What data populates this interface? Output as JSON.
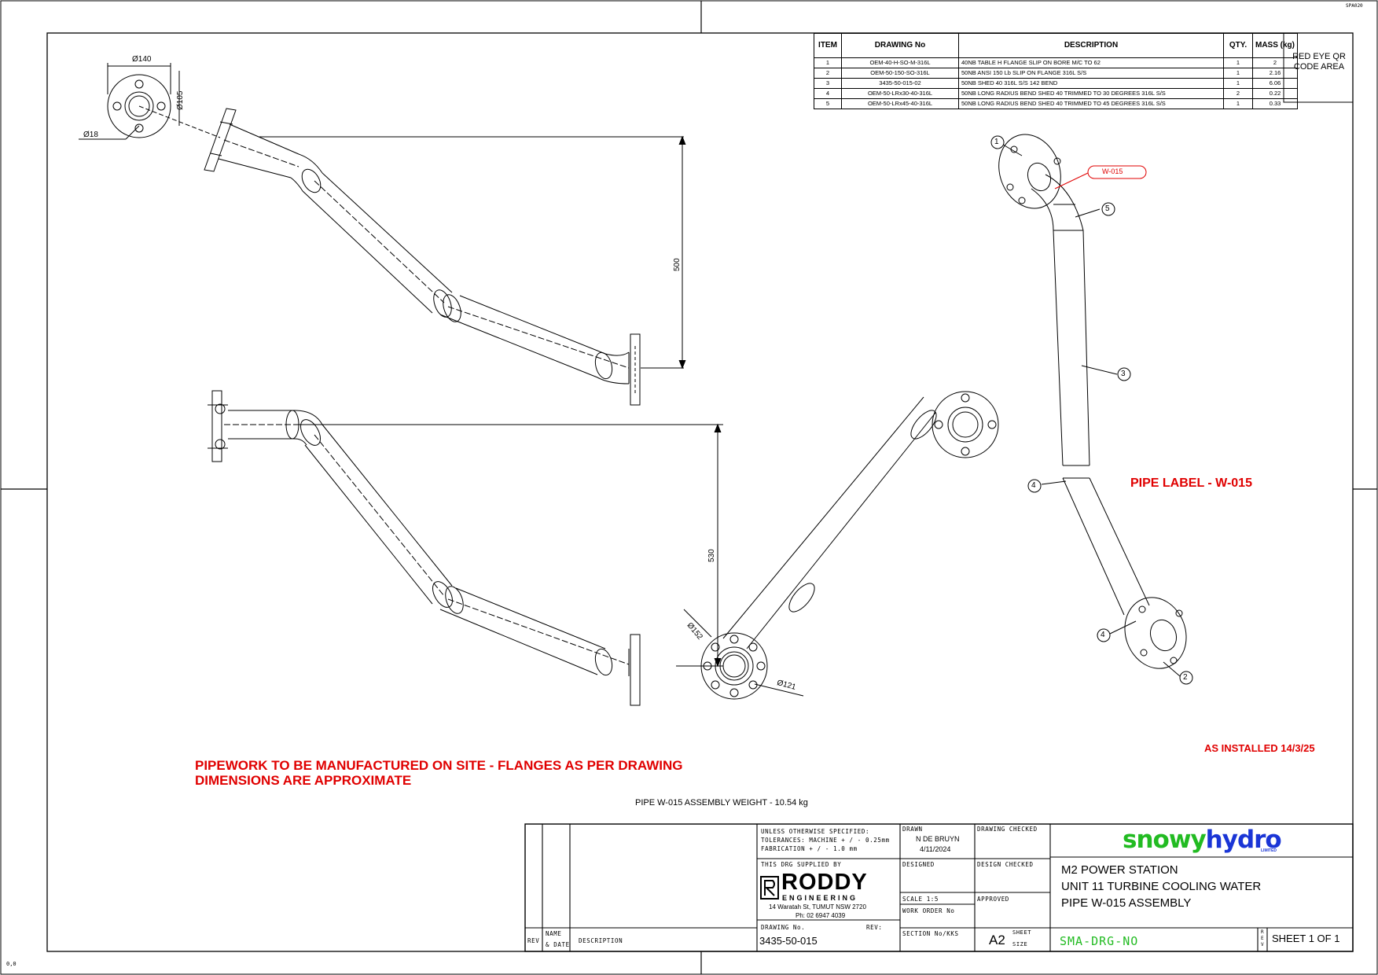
{
  "sheet_code": "SPA020",
  "origin_label": "0,0",
  "bom": {
    "headers": {
      "item": "ITEM",
      "drawing": "DRAWING No",
      "description": "DESCRIPTION",
      "qty": "QTY.",
      "mass": "MASS (kg)"
    },
    "rows": [
      {
        "item": "1",
        "drawing": "OEM-40-H-SO-M-316L",
        "description": "40NB TABLE H FLANGE SLIP ON BORE M/C TO 62",
        "qty": "1",
        "mass": "2"
      },
      {
        "item": "2",
        "drawing": "OEM-50-150-SO-316L",
        "description": "50NB ANSI 150 Lb SLIP ON FLANGE 316L S/S",
        "qty": "1",
        "mass": "2.16"
      },
      {
        "item": "3",
        "drawing": "3435-50-015-02",
        "description": "50NB SHED 40 316L S/S 142 BEND",
        "qty": "1",
        "mass": "6.06"
      },
      {
        "item": "4",
        "drawing": "OEM-50-LRx30-40-316L",
        "description": "50NB LONG RADIUS BEND SHED 40 TRIMMED TO 30 DEGREES 316L S/S",
        "qty": "2",
        "mass": "0.22"
      },
      {
        "item": "5",
        "drawing": "OEM-50-LRx45-40-316L",
        "description": "50NB LONG RADIUS BEND SHED 40 TRIMMED TO 45 DEGREES 316L S/S",
        "qty": "1",
        "mass": "0.33"
      }
    ]
  },
  "qr_area": "RED EYE QR CODE AREA",
  "dims": {
    "d140": "Ø140",
    "d105": "Ø105",
    "d18": "Ø18",
    "h500": "500",
    "h530": "530",
    "d152": "Ø152",
    "d121": "Ø121"
  },
  "balloons": [
    "1",
    "5",
    "3",
    "4",
    "4",
    "2"
  ],
  "pipe_tag": "W-015",
  "pipe_label": "PIPE LABEL - W-015",
  "as_installed": "AS INSTALLED 14/3/25",
  "note_line1": "PIPEWORK TO BE MANUFACTURED ON SITE - FLANGES AS PER DRAWING",
  "note_line2": "DIMENSIONS ARE APPROXIMATE",
  "assembly_weight": "PIPE W-015 ASSEMBLY WEIGHT -   10.54 kg",
  "title_block": {
    "unless_line1": "UNLESS OTHERWISE SPECIFIED:",
    "unless_line2": "TOLERANCES: MACHINE + / - 0.25mm",
    "unless_line3": "FABRICATION + / - 1.0 mm",
    "drawn_label": "DRAWN",
    "drawn_name": "N DE BRUYN",
    "drawn_date": "4/11/2024",
    "drawing_checked_label": "DRAWING CHECKED",
    "supplied_label": "THIS DRG SUPPLIED BY",
    "designed_label": "DESIGNED",
    "design_checked_label": "DESIGN CHECKED",
    "company_name": "RODDY",
    "company_sub": "ENGINEERING",
    "company_address": "14 Waratah St, TUMUT NSW 2720",
    "company_phone": "Ph: 02 6947 4039",
    "scale_label": "SCALE  1:5",
    "work_order_label": "WORK ORDER No",
    "approved_label": "APPROVED",
    "drawing_no_label": "DRAWING No.",
    "rev_label": "REV:",
    "drawing_no": "3435-50-015",
    "section_label": "SECTION No/KKS",
    "size": "A2",
    "sheet_label": "SHEET",
    "size_label": "SIZE",
    "logo_snowy": "snowy",
    "logo_hydro": "hydro",
    "logo_limited": "LIMITED",
    "title_line1": "M2 POWER STATION",
    "title_line2": "UNIT 11 TURBINE COOLING WATER",
    "title_line3": "PIPE W-015 ASSEMBLY",
    "sma_no": "SMA-DRG-NO",
    "rev_vertical": "REV",
    "sheet_of": "SHEET 1 OF 1",
    "rev_col": "REV",
    "name_col": "NAME",
    "date_col": "& DATE",
    "desc_col": "DESCRIPTION"
  },
  "colors": {
    "red": "#e00000",
    "green": "#22bb22",
    "blue": "#1a35d6"
  }
}
